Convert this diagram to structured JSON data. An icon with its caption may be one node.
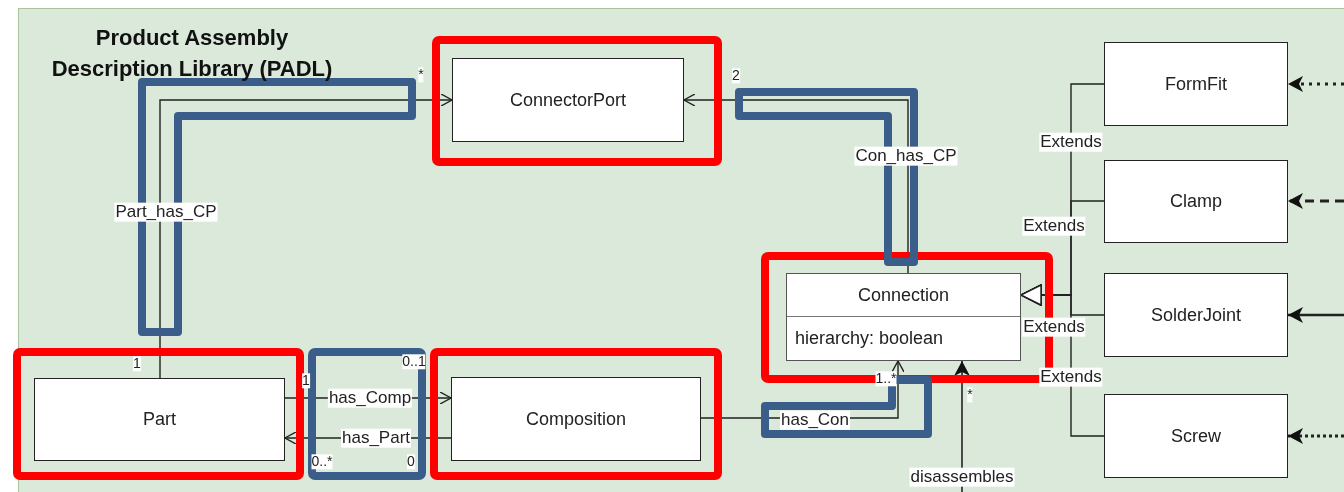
{
  "diagram": {
    "title": "Product Assembly Description Library (PADL)",
    "nodes": [
      {
        "text": [
          "ConnectorPort"
        ]
      },
      {
        "text": [
          "FormFit"
        ]
      },
      {
        "text": [
          "Clamp"
        ]
      },
      {
        "text": [
          "Connection",
          "hierarchy: boolean"
        ]
      },
      {
        "text": [
          "SolderJoint"
        ]
      },
      {
        "text": [
          "Part"
        ]
      },
      {
        "text": [
          "Composition"
        ]
      },
      {
        "text": [
          "Screw"
        ]
      }
    ],
    "edges": [
      {
        "from": 5,
        "to": 0,
        "arrow": "to",
        "label": "Part_has_CP"
      },
      {
        "from": 3,
        "to": 0,
        "arrow": "to",
        "label": "Con_has_CP"
      },
      {
        "from": 5,
        "to": 6,
        "arrow": "to",
        "label": "has_Comp"
      },
      {
        "from": 6,
        "to": 5,
        "arrow": "to",
        "label": "has_Part"
      },
      {
        "from": 6,
        "to": 3,
        "arrow": "to",
        "label": "has_Con"
      },
      {
        "from": 1,
        "to": 3,
        "arrow": "to",
        "label": "Extends"
      },
      {
        "from": 2,
        "to": 3,
        "arrow": "to",
        "label": "Extends"
      },
      {
        "from": 4,
        "to": 3,
        "arrow": "to",
        "label": "Extends"
      },
      {
        "from": 7,
        "to": 3,
        "arrow": "to",
        "label": "Extends"
      },
      {
        "from": null,
        "to": 1,
        "arrow": "to",
        "style": "dashed"
      },
      {
        "from": null,
        "to": 2,
        "arrow": "to",
        "style": "dashed"
      },
      {
        "from": null,
        "to": 4,
        "arrow": "to"
      },
      {
        "from": null,
        "to": 7,
        "arrow": "to",
        "style": "dashed"
      },
      {
        "from": null,
        "to": 3,
        "arrow": "to",
        "label": "disassembles"
      }
    ],
    "labels": [
      "*",
      "2",
      "1",
      "1",
      "0..1",
      "0..*",
      "0",
      "1..*",
      "*"
    ]
  }
}
